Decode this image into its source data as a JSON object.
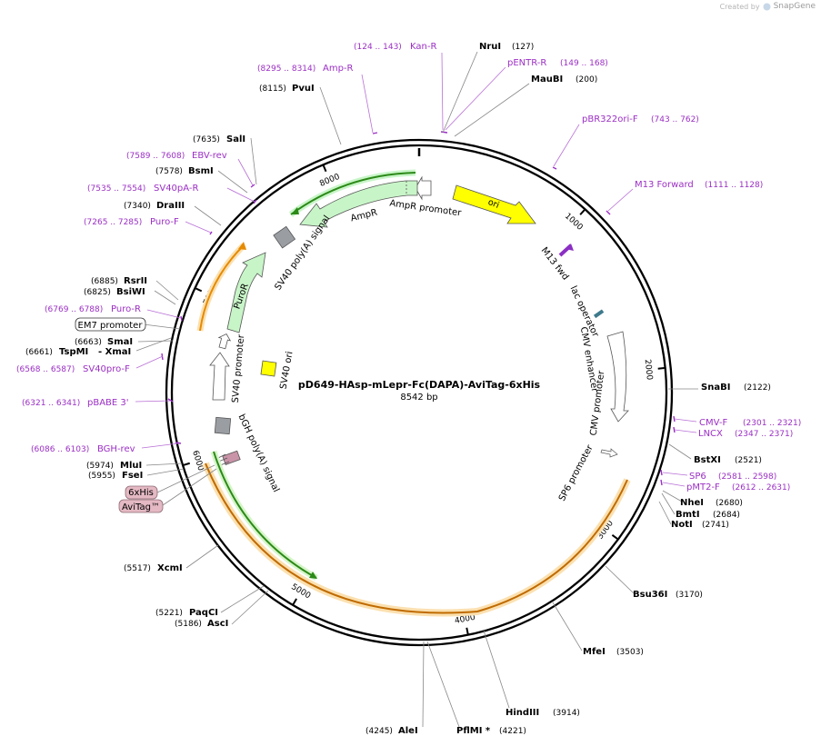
{
  "watermark": {
    "prefix": "Created by",
    "brand": "SnapGene"
  },
  "plasmid": {
    "name": "pD649-HAsp-mLepr-Fc(DAPA)-AviTag-6xHis",
    "length_label": "8542 bp",
    "length": 8542
  },
  "ruler_ticks": [
    {
      "pos": 0,
      "label": ""
    },
    {
      "pos": 1000,
      "label": "1000"
    },
    {
      "pos": 2000,
      "label": "2000"
    },
    {
      "pos": 3000,
      "label": "3000"
    },
    {
      "pos": 4000,
      "label": "4000"
    },
    {
      "pos": 5000,
      "label": "5000"
    },
    {
      "pos": 6000,
      "label": "6000"
    },
    {
      "pos": 7000,
      "label": "7000"
    },
    {
      "pos": 8000,
      "label": "8000"
    }
  ],
  "enzymes": [
    {
      "name": "NruI",
      "pos": "(127)"
    },
    {
      "name": "MauBI",
      "pos": "(200)"
    },
    {
      "name": "SnaBI",
      "pos": "(2122)"
    },
    {
      "name": "BstXI",
      "pos": "(2521)"
    },
    {
      "name": "NheI",
      "pos": "(2680)"
    },
    {
      "name": "BmtI",
      "pos": "(2684)"
    },
    {
      "name": "NotI",
      "pos": "(2741)"
    },
    {
      "name": "Bsu36I",
      "pos": "(3170)"
    },
    {
      "name": "MfeI",
      "pos": "(3503)"
    },
    {
      "name": "HindIII",
      "pos": "(3914)"
    },
    {
      "name": "PflMI *",
      "pos": "(4221)"
    },
    {
      "name": "AleI",
      "pos": "(4245)"
    },
    {
      "name": "AscI",
      "pos": "(5186)"
    },
    {
      "name": "PaqCI",
      "pos": "(5221)"
    },
    {
      "name": "XcmI",
      "pos": "(5517)"
    },
    {
      "name": "FseI",
      "pos": "(5955)"
    },
    {
      "name": "MluI",
      "pos": "(5974)"
    },
    {
      "name": "TspMI",
      "pos": "(6661)",
      "suffix": "- XmaI"
    },
    {
      "name": "SmaI",
      "pos": "(6663)"
    },
    {
      "name": "BsiWI",
      "pos": "(6825)"
    },
    {
      "name": "RsrII",
      "pos": "(6885)"
    },
    {
      "name": "DraIII",
      "pos": "(7340)"
    },
    {
      "name": "BsmI",
      "pos": "(7578)"
    },
    {
      "name": "SalI",
      "pos": "(7635)"
    },
    {
      "name": "PvuI",
      "pos": "(8115)"
    }
  ],
  "primers": [
    {
      "name": "Kan-R",
      "range": "(124 .. 143)"
    },
    {
      "name": "pENTR-R",
      "range": "(149 .. 168)"
    },
    {
      "name": "Amp-R",
      "range": "(8295 .. 8314)"
    },
    {
      "name": "pBR322ori-F",
      "range": "(743 .. 762)"
    },
    {
      "name": "M13 Forward",
      "range": "(1111 .. 1128)"
    },
    {
      "name": "CMV-F",
      "range": "(2301 .. 2321)"
    },
    {
      "name": "LNCX",
      "range": "(2347 .. 2371)"
    },
    {
      "name": "SP6",
      "range": "(2581 .. 2598)"
    },
    {
      "name": "pMT2-F",
      "range": "(2612 .. 2631)"
    },
    {
      "name": "EBV-rev",
      "range": "(7589 .. 7608)"
    },
    {
      "name": "SV40pA-R",
      "range": "(7535 .. 7554)"
    },
    {
      "name": "Puro-F",
      "range": "(7265 .. 7285)"
    },
    {
      "name": "Puro-R",
      "range": "(6769 .. 6788)"
    },
    {
      "name": "SV40pro-F",
      "range": "(6568 .. 6587)"
    },
    {
      "name": "pBABE 3'",
      "range": "(6321 .. 6341)"
    },
    {
      "name": "BGH-rev",
      "range": "(6086 .. 6103)"
    }
  ],
  "features": {
    "ori": "ori",
    "ampr": "AmpR",
    "ampr_promoter": "AmpR promoter",
    "sv40_polya": "SV40 poly(A) signal",
    "puror": "PuroR",
    "sv40_promoter": "SV40 promoter",
    "sv40_ori": "SV40 ori",
    "bgh_polya": "bGH poly(A) signal",
    "m13_fwd": "M13 fwd",
    "lac_operator": "lac operator",
    "cmv_enhancer": "CMV enhancer",
    "cmv_promoter": "CMV promoter",
    "sp6_promoter": "SP6 promoter",
    "em7_promoter": "EM7 promoter",
    "his_tag": "6xHis",
    "avitag": "AviTag™"
  },
  "colors": {
    "enzyme": "#000000",
    "primer": "#9b2fc4",
    "backbone": "#000000",
    "ori": "#ffff00",
    "marker": "#c8f5c8",
    "orf_orange": "#f5a623",
    "orf_green": "#2c8a18",
    "terminator": "#9a9ea3",
    "lac_operator": "#3d7a8c",
    "m13": "#8b2fc4",
    "tag": "#e4b9c4"
  }
}
